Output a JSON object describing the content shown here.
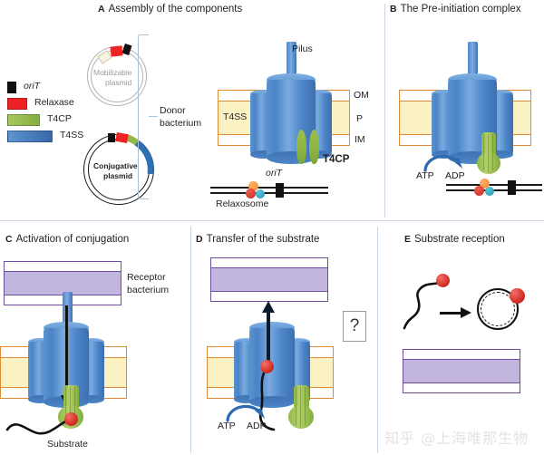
{
  "figure": {
    "watermark": "知乎 @上海唯那生物"
  },
  "legend": {
    "items": [
      {
        "label": "oriT",
        "color": "#111111",
        "italic": true,
        "width": 10
      },
      {
        "label": "Relaxase",
        "color": "#ee2222",
        "italic": false,
        "width": 22
      },
      {
        "label": "T4CP",
        "color": "#8fb845",
        "italic": false,
        "width": 36
      },
      {
        "label": "T4SS",
        "color": "#3d7ec0",
        "italic": false,
        "width": 50
      }
    ]
  },
  "panels": {
    "a": {
      "letter": "A",
      "title": "Assembly of the components",
      "plasmid_mobilizable": "Mobilizable\nplasmid",
      "plasmid_mobilizable_line1": "Mobilizable",
      "plasmid_mobilizable_line2": "plasmid",
      "plasmid_conjugative_line1": "Conjugative",
      "plasmid_conjugative_line2": "plasmid",
      "donor_line1": "Donor",
      "donor_line2": "bacterium",
      "pilus_label": "Pilus",
      "t4ss_label": "T4SS",
      "om_label": "OM",
      "p_label": "P",
      "im_label": "IM",
      "t4cp_label": "T4CP",
      "orit_label": "oriT",
      "relaxosome_label": "Relaxosome"
    },
    "b": {
      "letter": "B",
      "title": "The Pre-initiation complex",
      "atp_label": "ATP",
      "adp_label": "ADP"
    },
    "c": {
      "letter": "C",
      "title": "Activation of conjugation",
      "receptor_line1": "Receptor",
      "receptor_line2": "bacterium",
      "substrate_label": "Substrate"
    },
    "d": {
      "letter": "D",
      "title": "Transfer of the substrate",
      "atp_label": "ATP",
      "adp_label": "ADP",
      "question_mark": "?"
    },
    "e": {
      "letter": "E",
      "title": "Substrate reception"
    }
  },
  "colors": {
    "t4ss_blue": "#3d7ec0",
    "t4cp_green": "#8fb845",
    "relaxase_red": "#ee2222",
    "orit_black": "#111111",
    "membrane_orange": "#e08a36",
    "periplasm_yellow": "#fbf2c4",
    "receptor_purple": "#6f4d9e",
    "receptor_fill": "#c3b6dd",
    "divider": "#c9d7e4"
  }
}
